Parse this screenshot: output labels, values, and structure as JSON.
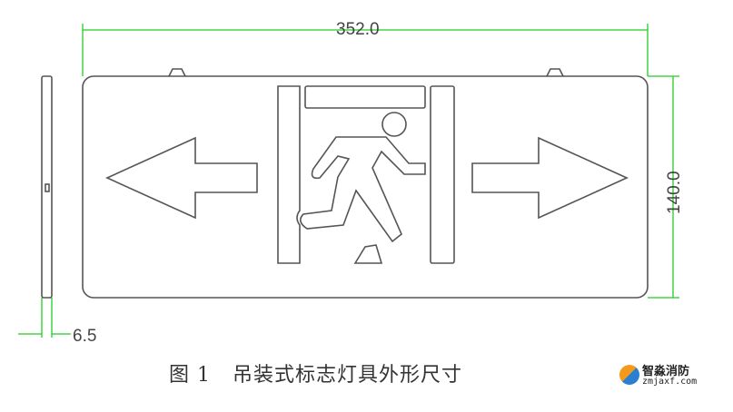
{
  "dimensions": {
    "width": "352.0",
    "height": "140.0",
    "thickness": "6.5"
  },
  "caption": "图 1   吊装式标志灯具外形尺寸",
  "watermark": {
    "name": "智淼消防",
    "url": "zmjaxf.com"
  },
  "colors": {
    "dimension_line": "#22cc22",
    "outline": "#555555"
  }
}
